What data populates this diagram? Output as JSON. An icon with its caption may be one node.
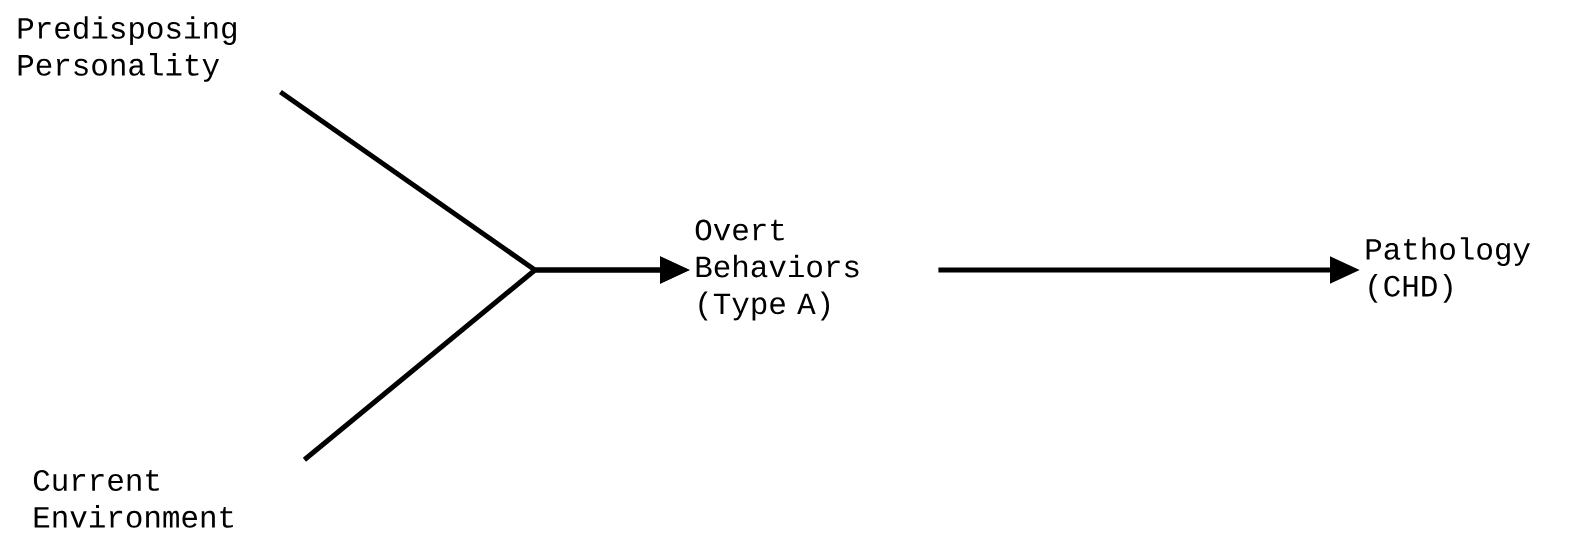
{
  "diagram": {
    "nodes": [
      {
        "text": [
          "Predisposing Personality"
        ]
      },
      {
        "text": [
          "Current Environment"
        ]
      },
      {
        "text": [
          "Overt Behaviors (Type A)"
        ]
      },
      {
        "text": [
          "Pathology (CHD)"
        ]
      }
    ],
    "edges": [
      {
        "from": 0,
        "to": 2,
        "arrow": "to"
      },
      {
        "from": 1,
        "to": 2,
        "arrow": "to"
      },
      {
        "from": 2,
        "to": 3,
        "arrow": "to"
      }
    ]
  }
}
